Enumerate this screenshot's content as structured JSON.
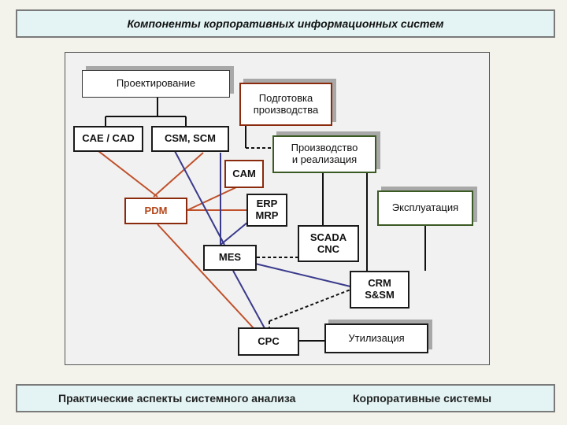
{
  "title": "Компоненты корпоративных информационных систем",
  "nodes": {
    "proektirovanie": "Проектирование",
    "podgotovka": "Подготовка\nпроизводства",
    "caecad": "CAE / CAD",
    "csmscm": "CSM, SCM",
    "proizvodstvo": "Производство\nи реализация",
    "cam": "CAM",
    "pdm": "PDM",
    "erpmrp": "ERP\nMRP",
    "ekspluatatsiya": "Эксплуатация",
    "scada": "SCADA\nCNC",
    "mes": "MES",
    "crm": "CRM\nS&SM",
    "cpc": "CPC",
    "utilizatsiya": "Утилизация"
  },
  "footer": {
    "left": "Практические аспекты системного анализа",
    "right": "Корпоративные системы"
  },
  "colors": {
    "red_line": "#c0502a",
    "blue_line": "#3a3a8c",
    "black_line": "#111111"
  }
}
